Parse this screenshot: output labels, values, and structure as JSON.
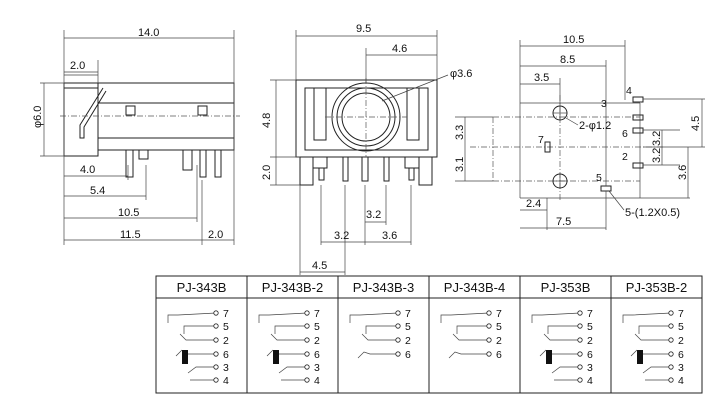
{
  "side_view": {
    "d_total": "14.0",
    "d_top": "2.0",
    "d_dia": "φ6.0",
    "d_a": "4.0",
    "d_b": "5.4",
    "d_c": "10.5",
    "d_d": "11.5",
    "d_e": "2.0"
  },
  "front_view": {
    "d_width": "9.5",
    "d_half": "4.6",
    "d_hole": "φ3.6",
    "d_height": "4.8",
    "d_pin_h": "2.0",
    "d_p1": "3.2",
    "d_p2": "3.2",
    "d_p3": "3.6",
    "d_p4": "4.5"
  },
  "footprint": {
    "d_total": "10.5",
    "d_a": "8.5",
    "d_b": "3.5",
    "d_left_top": "3.3",
    "d_left_bot": "3.1",
    "d_right_a": "4.5",
    "d_right_b": "3.2",
    "d_right_c": "3.2",
    "d_right_d": "3.6",
    "d_bot_a": "2.4",
    "d_bot_b": "7.5",
    "hole_label": "2-φ1.2",
    "slot_label": "5-(1.2X0.5)",
    "pin_labels": [
      "4",
      "3",
      "6",
      "7",
      "2",
      "5"
    ]
  },
  "table": {
    "models": [
      "PJ-343B",
      "PJ-343B-2",
      "PJ-343B-3",
      "PJ-343B-4",
      "PJ-353B",
      "PJ-353B-2"
    ],
    "pins_full": [
      "7",
      "5",
      "2",
      "6",
      "3",
      "4"
    ],
    "pins_short": [
      "7",
      "5",
      "2",
      "6"
    ]
  }
}
